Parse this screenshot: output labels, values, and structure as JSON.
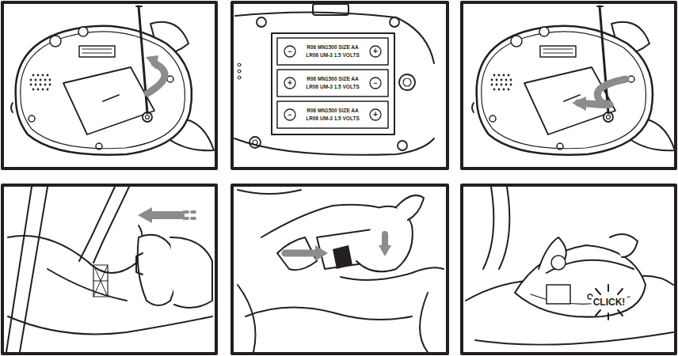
{
  "diagram": {
    "labels": [
      "−",
      "R06 MN1500 SIZE AA",
      "LR06 UM-3 1.5 VOLTS",
      "+",
      "+",
      "R06 MN1500 SIZE AA",
      "LR06 UM-3 1.5 VOLTS",
      "−",
      "−",
      "R06 MN1500 SIZE AA",
      "LR06 UM-3 1.5 VOLTS",
      "+",
      "CLICK!"
    ]
  }
}
